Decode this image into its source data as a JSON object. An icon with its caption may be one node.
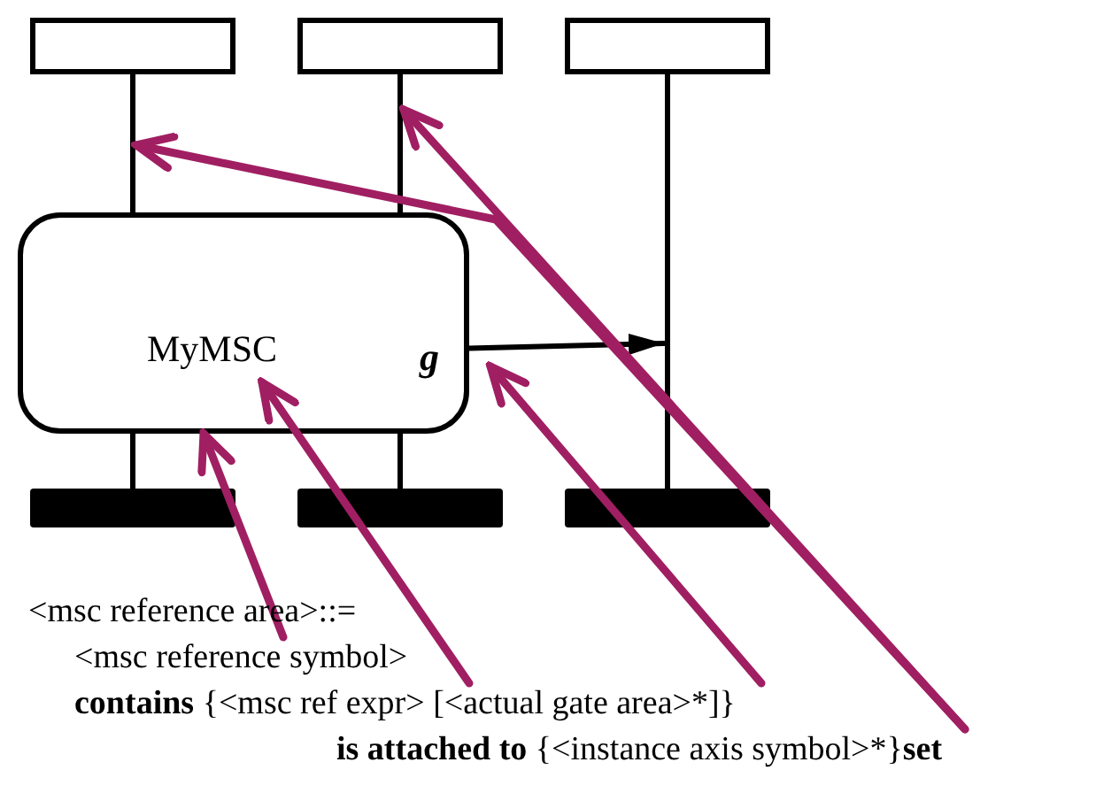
{
  "diagram": {
    "nodes": [
      {
        "text": [],
        "shape": "box"
      },
      {
        "text": [],
        "shape": "box"
      },
      {
        "text": [],
        "shape": "box"
      },
      {
        "text": [
          "MyMSC"
        ]
      },
      {
        "text": [
          "g"
        ],
        "in": 3
      },
      {
        "text": [],
        "shape": "bar"
      },
      {
        "text": [],
        "shape": "bar"
      },
      {
        "text": [],
        "shape": "bar"
      },
      {
        "text": [
          "<msc reference area>::="
        ]
      },
      {
        "text": [
          "<msc reference symbol>"
        ]
      },
      {
        "text": [
          "**contains** {<msc ref expr> [<actual gate area>*]}"
        ]
      },
      {
        "text": [
          "**is attached to** {<instance axis symbol>*}**set**"
        ]
      }
    ],
    "edges": [
      {
        "from": 0,
        "to": 3,
        "arrow": "none"
      },
      {
        "from": 1,
        "to": 3,
        "arrow": "none"
      },
      {
        "from": 2,
        "to": 7,
        "arrow": "none"
      },
      {
        "from": 3,
        "to": 5,
        "arrow": "none"
      },
      {
        "from": 3,
        "to": 6,
        "arrow": "none"
      },
      {
        "from": 4,
        "to": null,
        "arrow": "to"
      },
      {
        "from": 9,
        "to": 3,
        "arrow": "to",
        "color": "#a01f62"
      },
      {
        "from": 10,
        "to": 3,
        "arrow": "to",
        "color": "#a01f62"
      },
      {
        "from": 10,
        "to": 4,
        "arrow": "to",
        "color": "#a01f62"
      },
      {
        "from": 11,
        "to": 1,
        "arrow": "to",
        "color": "#a01f62"
      },
      {
        "from": 11,
        "to": 0,
        "arrow": "to",
        "color": "#a01f62"
      }
    ]
  }
}
